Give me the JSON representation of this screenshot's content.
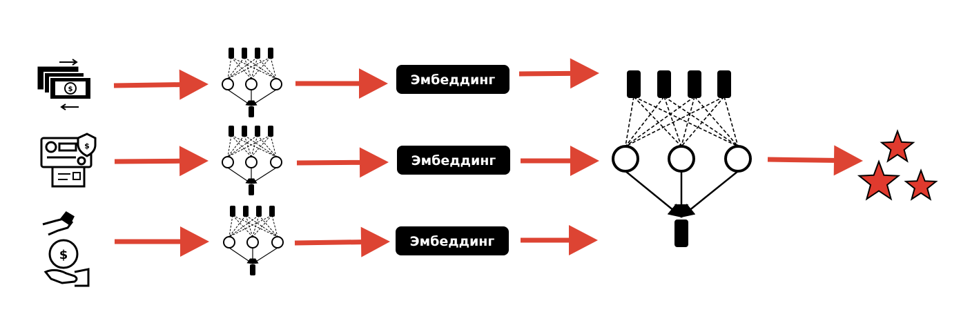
{
  "diagram": {
    "rows": [
      {
        "icon": "money-transfer-icon",
        "embedding_label": "Эмбеддинг"
      },
      {
        "icon": "dashboard-security-icon",
        "embedding_label": "Эмбеддинг"
      },
      {
        "icon": "money-bag-hand-icon",
        "embedding_label": "Эмбеддинг"
      }
    ],
    "output_icon": "three-stars-icon"
  },
  "colors": {
    "arrow": "#dd4433",
    "ink": "#000000",
    "star": "#e03a2e",
    "label_text": "#ffffff"
  }
}
